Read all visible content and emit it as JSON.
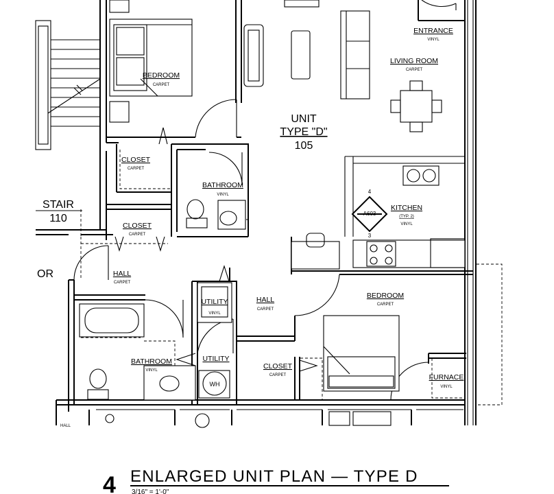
{
  "unit": {
    "line1": "UNIT",
    "line2": "TYPE \"D\"",
    "line3": "105"
  },
  "rooms": {
    "entrance": {
      "name": "ENTRANCE",
      "floor": "VINYL"
    },
    "living": {
      "name": "LIVING ROOM",
      "floor": "CARPET"
    },
    "bedroom1": {
      "name": "BEDROOM",
      "floor": "CARPET"
    },
    "closet1": {
      "name": "CLOSET",
      "floor": "CARPET"
    },
    "bathroom1": {
      "name": "BATHROOM",
      "floor": "VINYL"
    },
    "closet2": {
      "name": "CLOSET",
      "floor": "CARPET"
    },
    "hall1": {
      "name": "HALL",
      "floor": "CARPET"
    },
    "utility1": {
      "name": "UTILITY",
      "floor": "VINYL"
    },
    "hall2": {
      "name": "HALL",
      "floor": "CARPET"
    },
    "kitchen": {
      "name": "KITCHEN",
      "floor": "VINYL",
      "note": "(TYP. 2)"
    },
    "bedroom2": {
      "name": "BEDROOM",
      "floor": "CARPET"
    },
    "bathroom2": {
      "name": "BATHROOM",
      "floor": "VINYL"
    },
    "utility2": {
      "name": "UTILITY"
    },
    "closet3": {
      "name": "CLOSET",
      "floor": "CARPET"
    },
    "furnace": {
      "name": "FURNACE",
      "floor": "VINYL"
    },
    "hall_partial": {
      "name": "HALL"
    }
  },
  "stair": {
    "name": "STAIR",
    "number": "110"
  },
  "corridor_fragment": "OR",
  "water_heater": "WH",
  "section_marker": {
    "ref": "A603",
    "top": "4",
    "bottom": "3"
  },
  "drawing": {
    "number": "4",
    "title": "ENLARGED UNIT PLAN — TYPE D",
    "scale": "3/16\" = 1'-0\""
  }
}
